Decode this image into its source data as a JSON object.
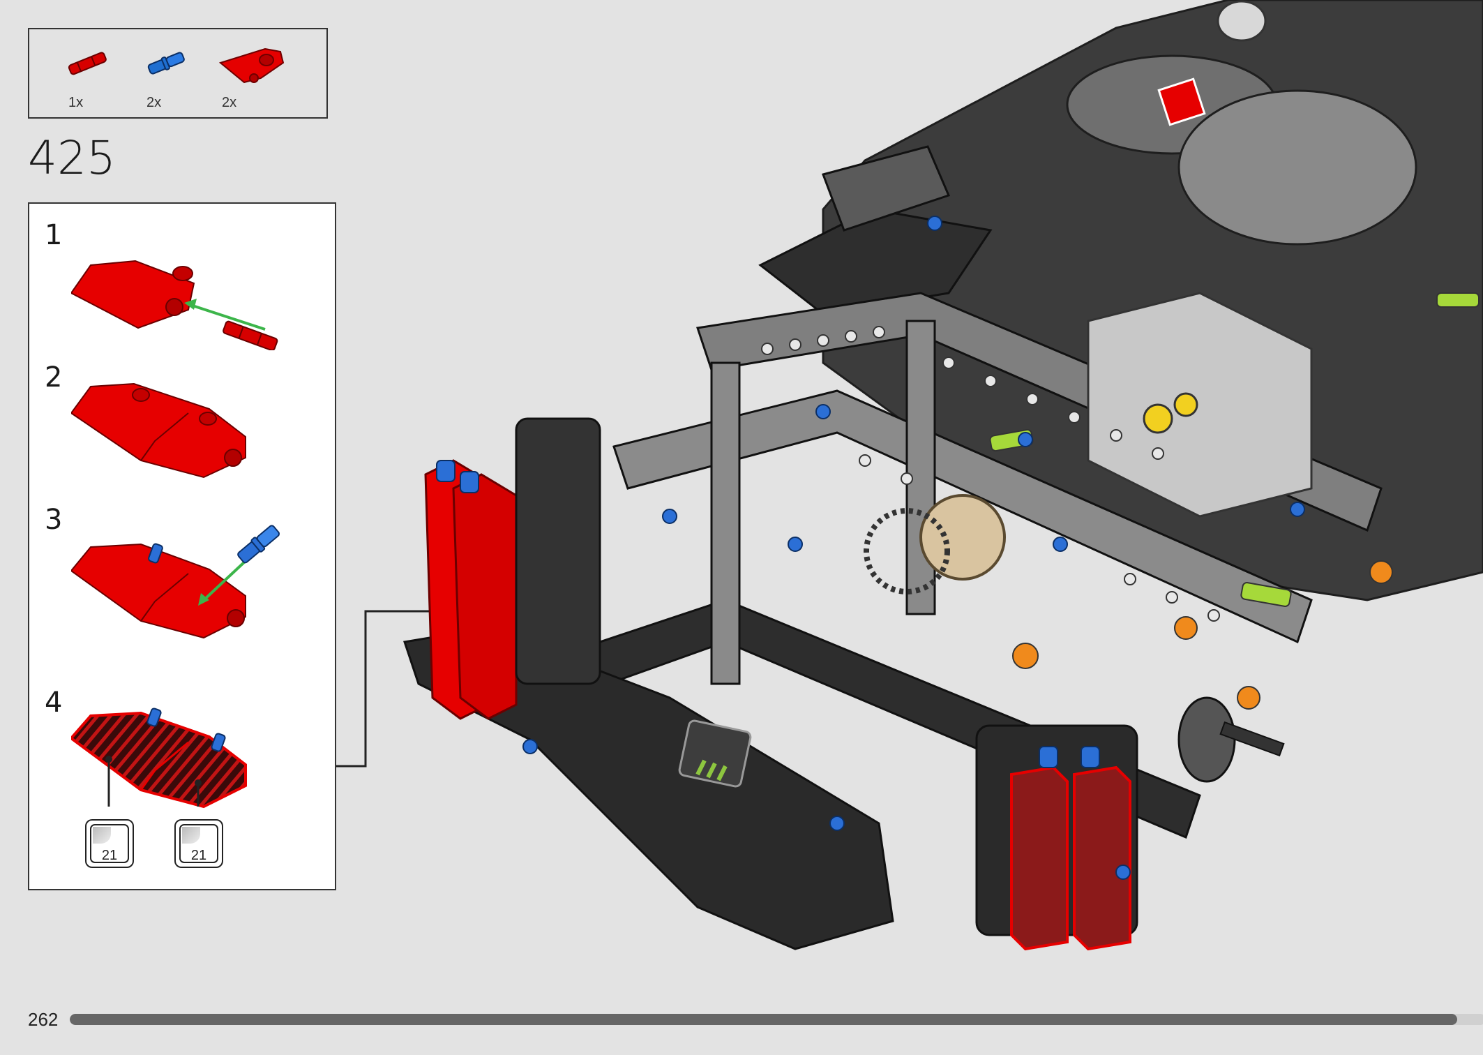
{
  "parts_list": {
    "items": [
      {
        "qty": "1x",
        "color": "#d60000",
        "icon": "red-axle-connector"
      },
      {
        "qty": "2x",
        "color": "#1f6fd1",
        "icon": "blue-pin"
      },
      {
        "qty": "2x",
        "color": "#e50000",
        "icon": "red-panel"
      }
    ]
  },
  "step": {
    "number": "425"
  },
  "sub_steps": [
    {
      "number": "1"
    },
    {
      "number": "2"
    },
    {
      "number": "3"
    },
    {
      "number": "4"
    }
  ],
  "stickers": [
    {
      "number": "21"
    },
    {
      "number": "21"
    }
  ],
  "page": {
    "number": "262",
    "progress": 0.98
  },
  "colors": {
    "red": "#e60000",
    "blue": "#2b6fd6",
    "dark_grey": "#3a3a3a",
    "light_grey": "#8f8f8f",
    "lime": "#a6d93a",
    "orange": "#f08a1c",
    "arrow_green": "#3cb54a"
  }
}
